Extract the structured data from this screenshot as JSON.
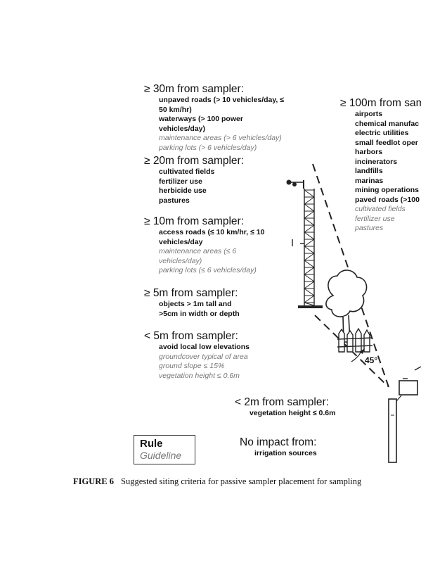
{
  "s30": {
    "heading": "≥ 30m from sampler:",
    "rules": [
      "unpaved roads (> 10 vehicles/day, ≤ 50 km/hr)",
      "waterways (> 100 power vehicles/day)"
    ],
    "guides": [
      "maintenance areas (> 6 vehicles/day)",
      "parking lots (> 6 vehicles/day)"
    ]
  },
  "s20": {
    "heading": "≥ 20m from sampler:",
    "rules": [
      "cultivated fields",
      "fertilizer use",
      "herbicide use",
      "pastures"
    ]
  },
  "s10": {
    "heading": "≥ 10m from sampler:",
    "rules": [
      "access roads (≤ 10 km/hr, ≤ 10 vehicles/day"
    ],
    "guides": [
      "maintenance areas (≤ 6 vehicles/day)",
      "parking lots (≤ 6 vehicles/day)"
    ]
  },
  "s5": {
    "heading": "≥ 5m from sampler:",
    "rules": [
      "objects > 1m tall and >5cm in width or depth"
    ]
  },
  "s5lt": {
    "heading": "< 5m from sampler:",
    "rules": [
      "avoid local low elevations"
    ],
    "guides": [
      "groundcover typical of area",
      "ground slope ≤ 15%",
      "vegetation height ≤ 0.6m"
    ]
  },
  "s2": {
    "heading": "< 2m from sampler:",
    "rules": [
      "vegetation height ≤ 0.6m"
    ]
  },
  "noimpact": {
    "heading": "No impact from:",
    "rules": [
      "irrigation sources"
    ]
  },
  "s100": {
    "heading": "≥ 100m from sam",
    "rules": [
      "airports",
      "chemical manufac",
      "electric utilities",
      "small feedlot oper",
      "harbors",
      "incinerators",
      "landfills",
      "marinas",
      "mining operations",
      "paved roads (>100"
    ],
    "guides": [
      "cultivated fields",
      "fertilizer use",
      "pastures"
    ]
  },
  "angle_label": "45°",
  "legend": {
    "rule": "Rule",
    "guideline": "Guideline"
  },
  "caption": {
    "label": "FIGURE 6",
    "text": "Suggested siting criteria for passive sampler placement for sampling"
  }
}
